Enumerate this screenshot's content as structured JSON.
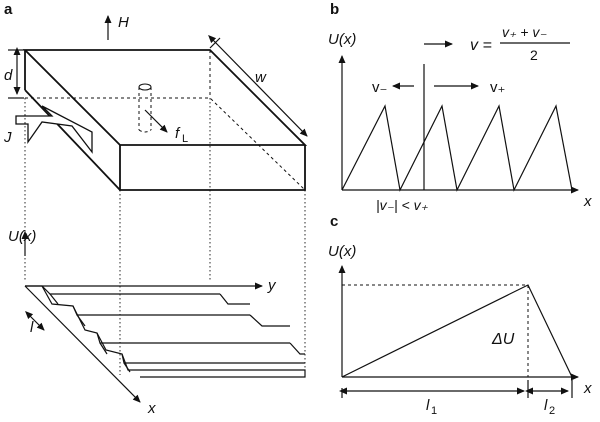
{
  "panels": {
    "a": {
      "letter": "a",
      "field_label": "H",
      "thickness_label": "d",
      "width_label": "w",
      "current_label": "J",
      "force_label": "f",
      "force_subscript": "L",
      "potential_label": "U(x)",
      "y_axis_label": "y",
      "x_axis_label": "x",
      "step_label": "l"
    },
    "b": {
      "letter": "b",
      "potential_label": "U(x)",
      "eq_lhs": "v =",
      "eq_numerator": "v₊ + v₋",
      "eq_denominator": "2",
      "v_minus_label": "v₋",
      "v_plus_label": "v₊",
      "condition_label": "|v₋| < v₊",
      "x_axis_label": "x"
    },
    "c": {
      "letter": "c",
      "potential_label": "U(x)",
      "delta_label": "ΔU",
      "l1_label": "l",
      "l1_subscript": "1",
      "l2_label": "l",
      "l2_subscript": "2",
      "x_axis_label": "x"
    }
  }
}
